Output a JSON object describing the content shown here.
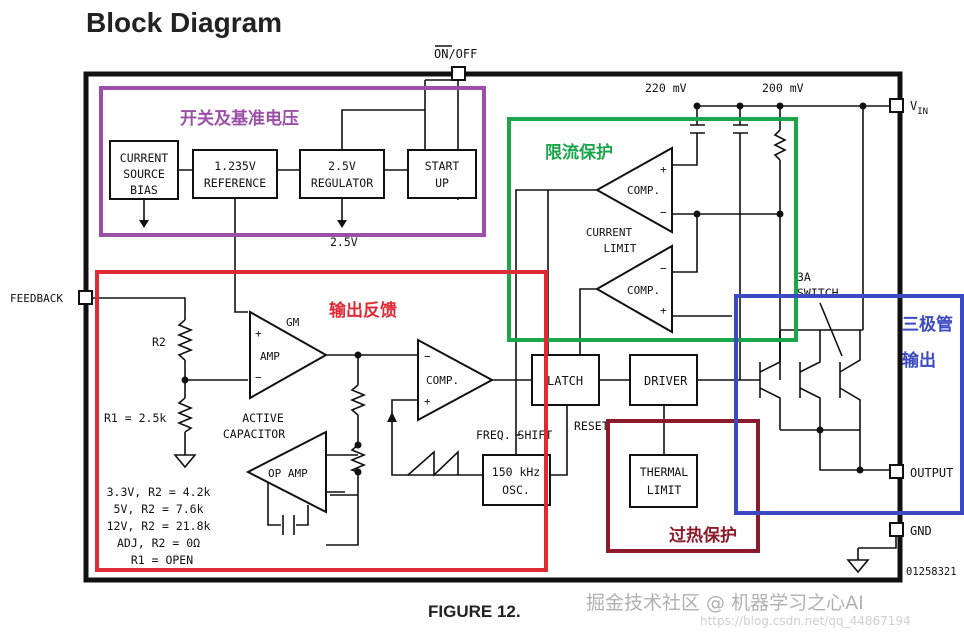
{
  "title": "Block Diagram",
  "caption": "FIGURE 12.",
  "part_number": "01258321",
  "watermark": {
    "text": "掘金技术社区 @ 机器学习之心AI",
    "url": "https://blog.csdn.net/qq_44867194"
  },
  "pins": {
    "on_off": "ON/OFF",
    "vin": "V",
    "vin_sub": "IN",
    "feedback": "FEEDBACK",
    "output": "OUTPUT",
    "gnd": "GND"
  },
  "blocks": {
    "current_source_bias": [
      "CURRENT",
      "SOURCE",
      "BIAS"
    ],
    "reference": [
      "1.235V",
      "REFERENCE"
    ],
    "regulator": [
      "2.5V",
      "REGULATOR"
    ],
    "start_up": [
      "START",
      "UP"
    ],
    "latch": "LATCH",
    "driver": "DRIVER",
    "thermal_limit": [
      "THERMAL",
      "LIMIT"
    ],
    "osc": [
      "150 kHz",
      "OSC."
    ],
    "comp_main": "COMP.",
    "comp_cl1": "COMP.",
    "comp_cl2": "COMP.",
    "gm_amp": "AMP",
    "gm": "GM",
    "op_amp": "OP AMP"
  },
  "labels": {
    "v25_out": "2.5V",
    "mv220": "220 mV",
    "mv200": "200 mV",
    "current_limit": [
      "CURRENT",
      "LIMIT"
    ],
    "switch": [
      "3A",
      "SWITCH"
    ],
    "r2": "R2",
    "r1": "R1 = 2.5k",
    "active_capacitor": [
      "ACTIVE",
      "CAPACITOR"
    ],
    "freq_shift": "FREQ. SHIFT",
    "reset": "RESET",
    "table": [
      "3.3V, R2 = 4.2k",
      "5V, R2 = 7.6k",
      "12V, R2 = 21.8k",
      "ADJ, R2 = 0Ω",
      "R1 = OPEN"
    ],
    "plus": "+",
    "minus": "−"
  },
  "annotations": {
    "switch_ref": "开关及基准电压",
    "current_limit_prot": "限流保护",
    "output_feedback": "输出反馈",
    "thermal_prot": "过热保护",
    "transistor_output": [
      "三极管",
      "输出"
    ]
  },
  "colors": {
    "purple": "#9b4fa6",
    "green": "#1aa64a",
    "red": "#e02a36",
    "darkred": "#8b1a2b",
    "blue": "#3b49c2"
  }
}
